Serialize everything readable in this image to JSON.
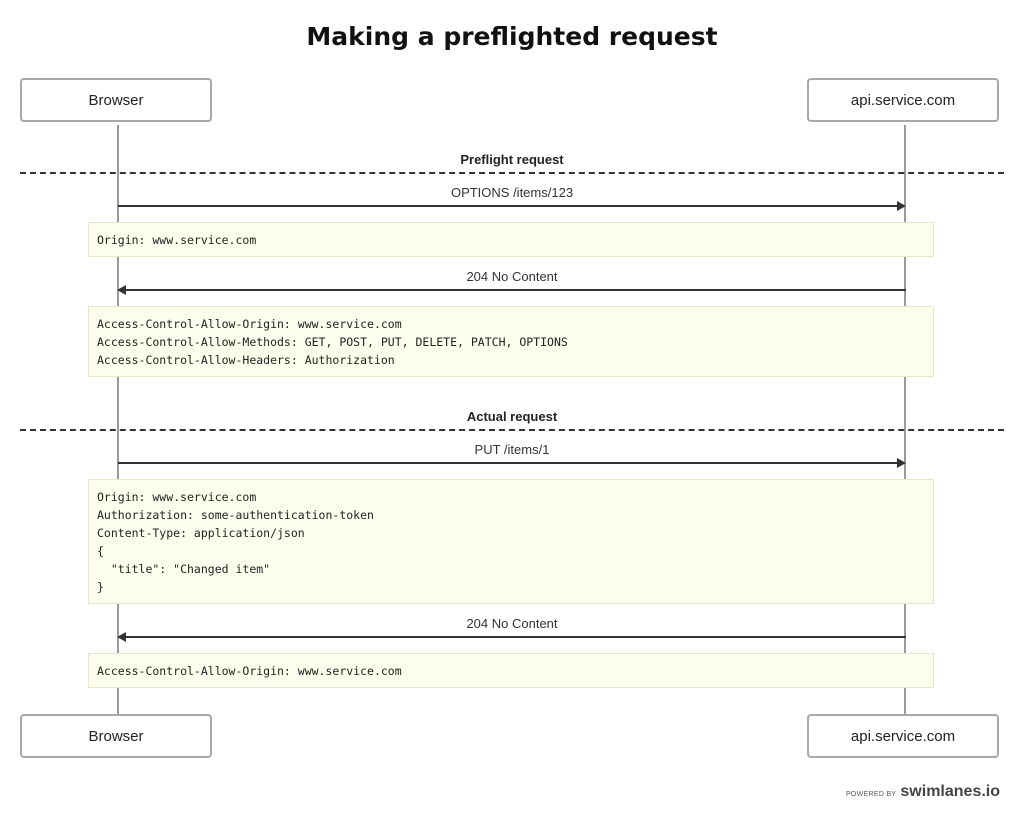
{
  "title": "Making a preflighted request",
  "actors": {
    "left": "Browser",
    "right": "api.service.com"
  },
  "sections": {
    "preflight": "Preflight request",
    "actual": "Actual request"
  },
  "messages": {
    "m1": "OPTIONS /items/123",
    "m2": "204 No Content",
    "m3": "PUT /items/1",
    "m4": "204 No Content"
  },
  "notes": {
    "n1": [
      "Origin: www.service.com"
    ],
    "n2": [
      "Access-Control-Allow-Origin: www.service.com",
      "Access-Control-Allow-Methods: GET, POST, PUT, DELETE, PATCH, OPTIONS",
      "Access-Control-Allow-Headers: Authorization"
    ],
    "n3": [
      "Origin: www.service.com",
      "Authorization: some-authentication-token",
      "Content-Type: application/json",
      "{",
      "  \"title\": \"Changed item\"",
      "}"
    ],
    "n4": [
      "Access-Control-Allow-Origin: www.service.com"
    ]
  },
  "footer": {
    "powered_by": "POWERED BY",
    "brand": "swimlanes.io"
  }
}
